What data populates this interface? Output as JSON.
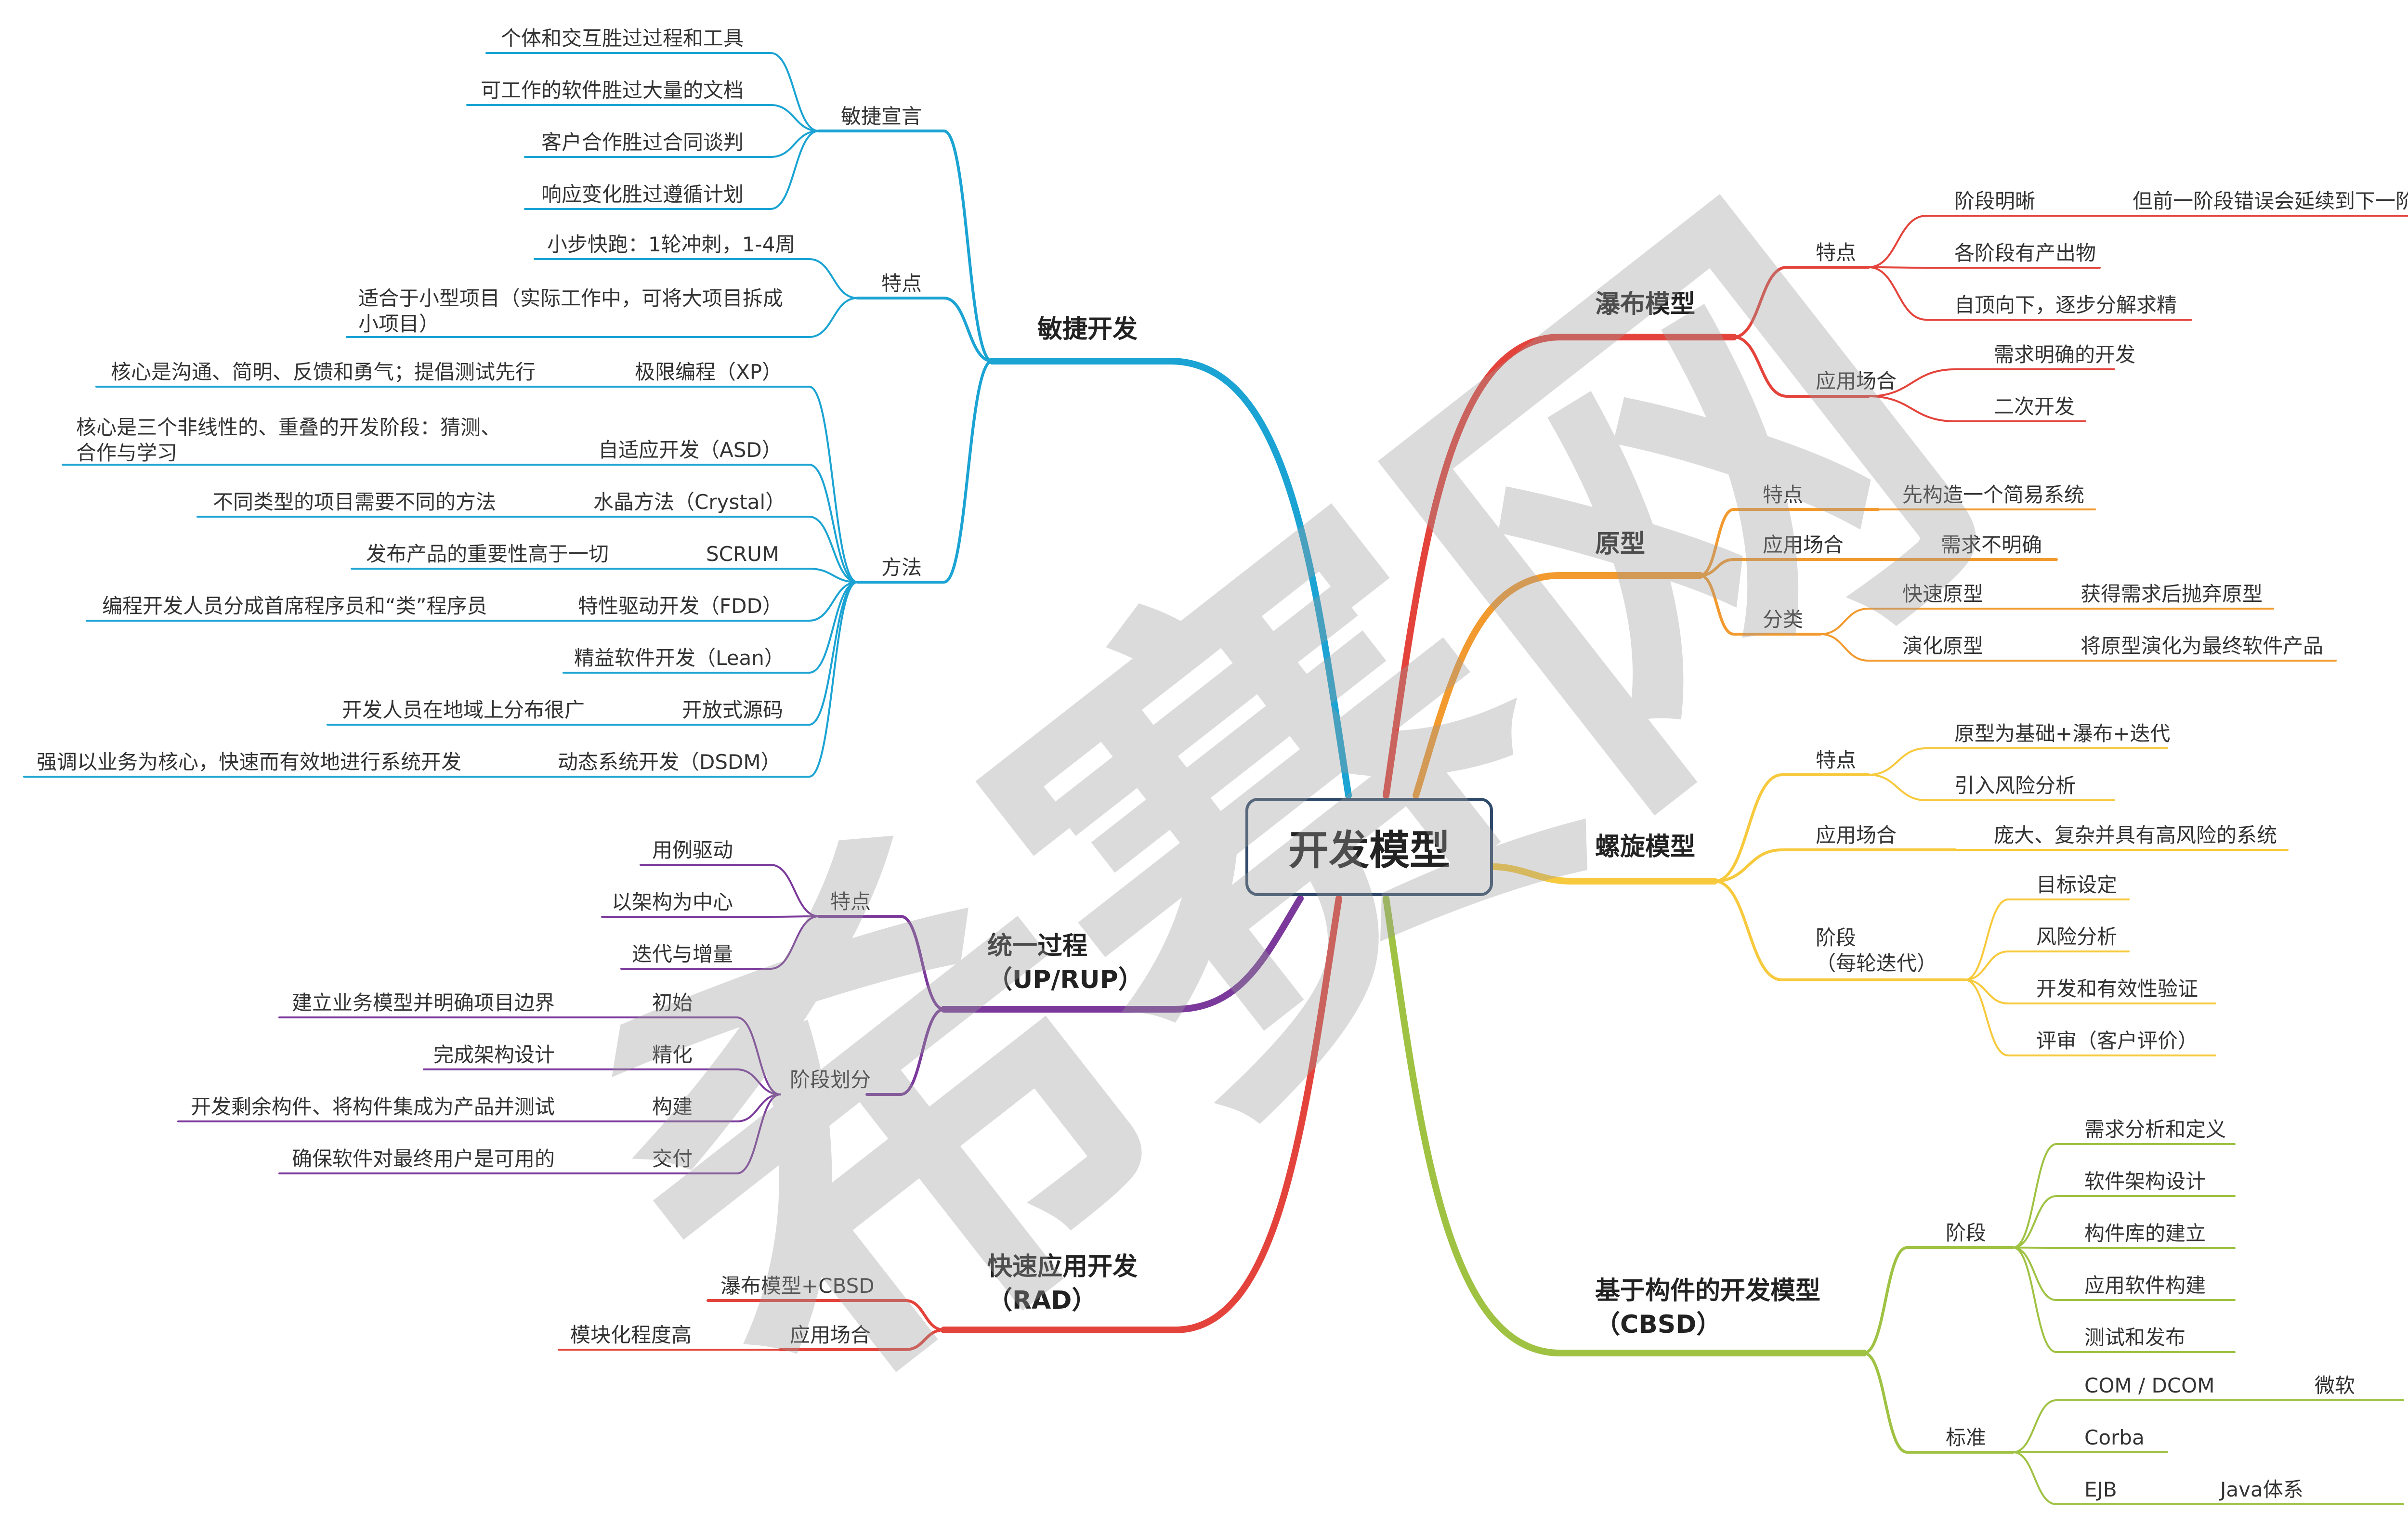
{
  "root": "开发模型",
  "watermark": "希赛网",
  "waterfall": {
    "title": "瀑布模型",
    "features": "特点",
    "f1": "阶段明晰",
    "f1a": "但前一阶段错误会延续到下一阶段",
    "f2": "各阶段有产出物",
    "f3": "自顶向下，逐步分解求精",
    "apps": "应用场合",
    "a1": "需求明确的开发",
    "a2": "二次开发"
  },
  "prototype": {
    "title": "原型",
    "features": "特点",
    "f1": "先构造一个简易系统",
    "apps": "应用场合",
    "a1": "需求不明确",
    "kinds": "分类",
    "k1": "快速原型",
    "k1a": "获得需求后抛弃原型",
    "k2": "演化原型",
    "k2a": "将原型演化为最终软件产品"
  },
  "spiral": {
    "title": "螺旋模型",
    "features": "特点",
    "f1": "原型为基础+瀑布+迭代",
    "f2": "引入风险分析",
    "apps": "应用场合",
    "a1": "庞大、复杂并具有高风险的系统",
    "stages": "阶段\n（每轮迭代）",
    "s1": "目标设定",
    "s2": "风险分析",
    "s3": "开发和有效性验证",
    "s4": "评审（客户评价）"
  },
  "cbsd": {
    "title": "基于构件的开发模型\n（CBSD）",
    "stages": "阶段",
    "s1": "需求分析和定义",
    "s2": "软件架构设计",
    "s3": "构件库的建立",
    "s4": "应用软件构建",
    "s5": "测试和发布",
    "standards": "标准",
    "t1": "COM / DCOM",
    "t1a": "微软",
    "t2": "Corba",
    "t3": "EJB",
    "t3a": "Java体系"
  },
  "agile": {
    "title": "敏捷开发",
    "manifesto": "敏捷宣言",
    "m1": "个体和交互胜过过程和工具",
    "m2": "可工作的软件胜过大量的文档",
    "m3": "客户合作胜过合同谈判",
    "m4": "响应变化胜过遵循计划",
    "features": "特点",
    "f1": "小步快跑：1轮冲刺，1-4周",
    "f2": "适合于小型项目（实际工作中，可将大项目拆成\n小项目）",
    "methods": "方法",
    "xp": "极限编程（XP）",
    "xp_d": "核心是沟通、简明、反馈和勇气；提倡测试先行",
    "asd": "自适应开发（ASD）",
    "asd_d": "核心是三个非线性的、重叠的开发阶段：猜测、\n合作与学习",
    "crystal": "水晶方法（Crystal）",
    "crystal_d": "不同类型的项目需要不同的方法",
    "scrum": "SCRUM",
    "scrum_d": "发布产品的重要性高于一切",
    "fdd": "特性驱动开发（FDD）",
    "fdd_d": "编程开发人员分成首席程序员和“类”程序员",
    "lean": "精益软件开发（Lean）",
    "oss": "开放式源码",
    "oss_d": "开发人员在地域上分布很广",
    "dsdm": "动态系统开发（DSDM）",
    "dsdm_d": "强调以业务为核心，快速而有效地进行系统开发"
  },
  "rup": {
    "title": "统一过程\n（UP/RUP）",
    "features": "特点",
    "f1": "用例驱动",
    "f2": "以架构为中心",
    "f3": "迭代与增量",
    "phases": "阶段划分",
    "p1": "初始",
    "p1d": "建立业务模型并明确项目边界",
    "p2": "精化",
    "p2d": "完成架构设计",
    "p3": "构建",
    "p3d": "开发剩余构件、将构件集成为产品并测试",
    "p4": "交付",
    "p4d": "确保软件对最终用户是可用的"
  },
  "rad": {
    "title": "快速应用开发\n（RAD）",
    "r1": "瀑布模型+CBSD",
    "apps": "应用场合",
    "a1": "模块化程度高"
  }
}
